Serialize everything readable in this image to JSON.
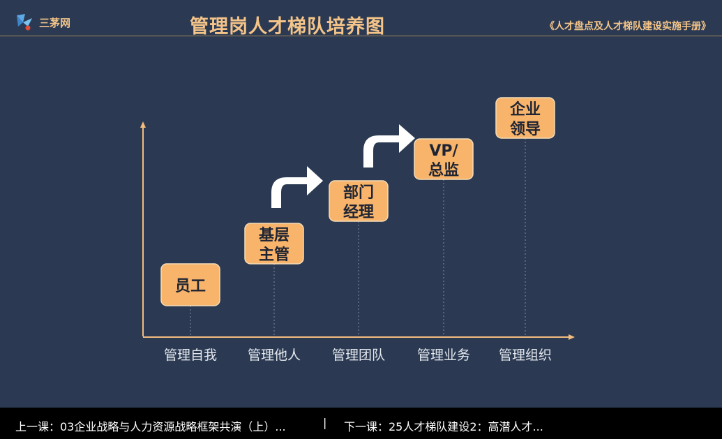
{
  "header": {
    "logo_text": "三茅网",
    "title": "管理岗人才梯队培养图",
    "source": "《人才盘点及人才梯队建设实施手册》"
  },
  "colors": {
    "background": "#2b3a52",
    "box_fill": "#f8b46a",
    "box_stroke": "#f6dcb8",
    "axis": "#f3bd7f",
    "arrow": "#ffffff",
    "title": "#f4c489"
  },
  "diagram": {
    "stages": [
      {
        "level": 1,
        "box_lines": [
          "员工"
        ],
        "axis_label": "管理自我"
      },
      {
        "level": 2,
        "box_lines": [
          "基层",
          "主管"
        ],
        "axis_label": "管理他人"
      },
      {
        "level": 3,
        "box_lines": [
          "部门",
          "经理"
        ],
        "axis_label": "管理团队"
      },
      {
        "level": 4,
        "box_lines": [
          "VP/",
          "总监"
        ],
        "axis_label": "管理业务"
      },
      {
        "level": 5,
        "box_lines": [
          "企业",
          "领导"
        ],
        "axis_label": "管理组织"
      }
    ]
  },
  "footer": {
    "prev": "上一课：03企业战略与人力资源战略框架共演（上）...",
    "separator": "|",
    "next": "下一课：25人才梯队建设2：高潜人才..."
  }
}
